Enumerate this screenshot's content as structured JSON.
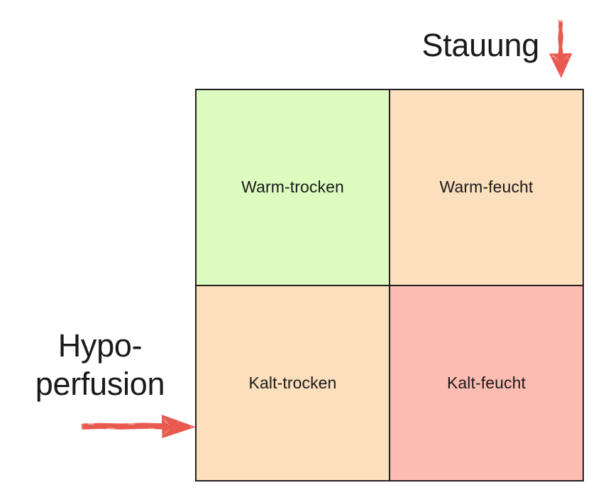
{
  "axes": {
    "top": {
      "label": "Stauung",
      "arrow": {
        "name": "down-arrow-icon",
        "direction": "down",
        "color": "#e8594f"
      }
    },
    "left": {
      "label_lines": [
        "Hypo-",
        "perfusion"
      ],
      "label_full": "Hypo-perfusion",
      "arrow": {
        "name": "right-arrow-icon",
        "direction": "right",
        "color": "#e8594f"
      }
    }
  },
  "matrix": {
    "border_color": "#231f20",
    "cells": [
      {
        "id": "warm-trocken",
        "label": "Warm-trocken",
        "fill": "#ddfcc0",
        "row": "warm",
        "column": "trocken"
      },
      {
        "id": "warm-feucht",
        "label": "Warm-feucht",
        "fill": "#fcdfbc",
        "row": "warm",
        "column": "feucht"
      },
      {
        "id": "kalt-trocken",
        "label": "Kalt-trocken",
        "fill": "#fcdfbc",
        "row": "kalt",
        "column": "trocken"
      },
      {
        "id": "kalt-feucht",
        "label": "Kalt-feucht",
        "fill": "#fcbcb2",
        "row": "kalt",
        "column": "feucht"
      }
    ]
  }
}
